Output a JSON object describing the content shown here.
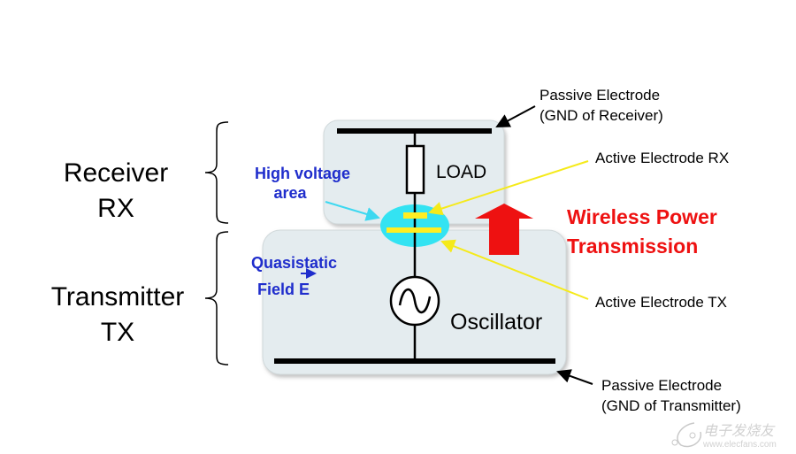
{
  "labels": {
    "receiver": "Receiver",
    "rx": "RX",
    "transmitter": "Transmitter",
    "tx": "TX",
    "high_voltage_line1": "High voltage",
    "high_voltage_line2": "area",
    "quasistatic_line1": "Quasistatic",
    "quasistatic_line2": "Field E",
    "load": "LOAD",
    "oscillator": "Oscillator",
    "passive_rx_line1": "Passive Electrode",
    "passive_rx_line2": "(GND of Receiver)",
    "active_rx": "Active Electrode RX",
    "active_tx": "Active Electrode TX",
    "wpt_line1": "Wireless Power",
    "wpt_line2": "Transmission",
    "passive_tx_line1": "Passive Electrode",
    "passive_tx_line2": "(GND of Transmitter)"
  },
  "watermark": {
    "text": "电子发烧友",
    "url": "www.elecfans.com"
  },
  "colors": {
    "box_fill": "#e4ecef",
    "field_area": "#33e3f2",
    "electrode": "#ffee22",
    "blue_text": "#1f2dcc",
    "red": "#ee1111",
    "pointer_yellow": "#f5ea1a",
    "pointer_cyan": "#3cd8f0"
  }
}
